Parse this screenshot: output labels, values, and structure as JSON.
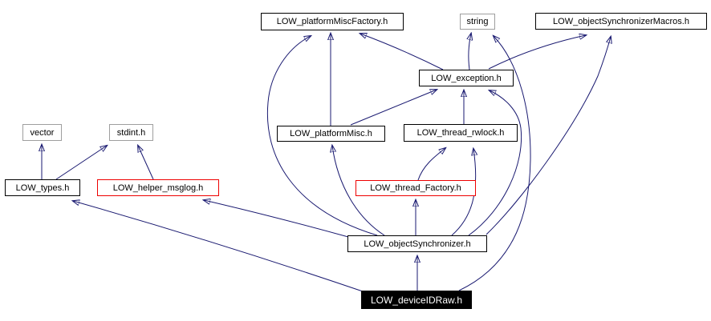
{
  "diagram": {
    "type": "include-dependency-graph",
    "current_file": "LOW_deviceIDRaw.h",
    "edge_color": "#191970",
    "node_border_default": "#000000",
    "node_border_external": "#9e9e9e",
    "node_border_truncated": "#ee0000",
    "current_node_bg": "#000000",
    "current_node_text_color": "#ffffff",
    "nodes": [
      {
        "id": "pmf",
        "label": "LOW_platformMiscFactory.h",
        "kind": "normal"
      },
      {
        "id": "string",
        "label": "string",
        "kind": "external"
      },
      {
        "id": "macros",
        "label": "LOW_objectSynchronizerMacros.h",
        "kind": "normal"
      },
      {
        "id": "exception",
        "label": "LOW_exception.h",
        "kind": "normal"
      },
      {
        "id": "vector",
        "label": "vector",
        "kind": "external"
      },
      {
        "id": "stdint",
        "label": "stdint.h",
        "kind": "external"
      },
      {
        "id": "platformmisc",
        "label": "LOW_platformMisc.h",
        "kind": "normal"
      },
      {
        "id": "rwlock",
        "label": "LOW_thread_rwlock.h",
        "kind": "normal"
      },
      {
        "id": "types",
        "label": "LOW_types.h",
        "kind": "normal"
      },
      {
        "id": "msglog",
        "label": "LOW_helper_msglog.h",
        "kind": "truncated"
      },
      {
        "id": "tf",
        "label": "LOW_thread_Factory.h",
        "kind": "truncated"
      },
      {
        "id": "objsync",
        "label": "LOW_objectSynchronizer.h",
        "kind": "normal"
      },
      {
        "id": "devidraw",
        "label": "LOW_deviceIDRaw.h",
        "kind": "current"
      }
    ],
    "edges": [
      {
        "from": "LOW_types.h",
        "to": "vector"
      },
      {
        "from": "LOW_types.h",
        "to": "stdint.h"
      },
      {
        "from": "LOW_helper_msglog.h",
        "to": "stdint.h"
      },
      {
        "from": "LOW_platformMisc.h",
        "to": "LOW_platformMiscFactory.h"
      },
      {
        "from": "LOW_platformMisc.h",
        "to": "LOW_exception.h"
      },
      {
        "from": "LOW_exception.h",
        "to": "string"
      },
      {
        "from": "LOW_exception.h",
        "to": "LOW_platformMiscFactory.h"
      },
      {
        "from": "LOW_exception.h",
        "to": "LOW_objectSynchronizerMacros.h"
      },
      {
        "from": "LOW_thread_rwlock.h",
        "to": "LOW_exception.h"
      },
      {
        "from": "LOW_thread_Factory.h",
        "to": "LOW_thread_rwlock.h"
      },
      {
        "from": "LOW_objectSynchronizer.h",
        "to": "LOW_thread_Factory.h"
      },
      {
        "from": "LOW_objectSynchronizer.h",
        "to": "LOW_thread_rwlock.h"
      },
      {
        "from": "LOW_objectSynchronizer.h",
        "to": "LOW_helper_msglog.h"
      },
      {
        "from": "LOW_objectSynchronizer.h",
        "to": "LOW_exception.h"
      },
      {
        "from": "LOW_objectSynchronizer.h",
        "to": "LOW_objectSynchronizerMacros.h"
      },
      {
        "from": "LOW_objectSynchronizer.h",
        "to": "LOW_platformMiscFactory.h"
      },
      {
        "from": "LOW_objectSynchronizer.h",
        "to": "LOW_platformMisc.h"
      },
      {
        "from": "LOW_deviceIDRaw.h",
        "to": "LOW_objectSynchronizer.h"
      },
      {
        "from": "LOW_deviceIDRaw.h",
        "to": "LOW_types.h"
      },
      {
        "from": "LOW_deviceIDRaw.h",
        "to": "string"
      }
    ]
  }
}
